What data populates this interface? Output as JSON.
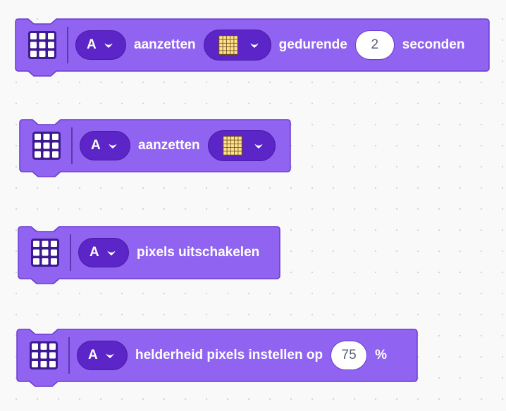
{
  "colors": {
    "block_fill": "#9064f0",
    "block_stroke": "#6a3bd2",
    "dropdown_fill": "#5c25c7",
    "matrix_fill": "#ffe28a",
    "input_text": "#575e75"
  },
  "blocks": [
    {
      "icon": "light-matrix-icon",
      "port": "A",
      "label_1": "aanzetten",
      "image_selector": "light-matrix-image",
      "label_2": "gedurende",
      "seconds": "2",
      "label_3": "seconden"
    },
    {
      "icon": "light-matrix-icon",
      "port": "A",
      "label_1": "aanzetten",
      "image_selector": "light-matrix-image"
    },
    {
      "icon": "light-matrix-icon",
      "port": "A",
      "label_1": "pixels uitschakelen"
    },
    {
      "icon": "light-matrix-icon",
      "port": "A",
      "label_1": "helderheid pixels instellen op",
      "brightness": "75",
      "label_2": "%"
    }
  ]
}
